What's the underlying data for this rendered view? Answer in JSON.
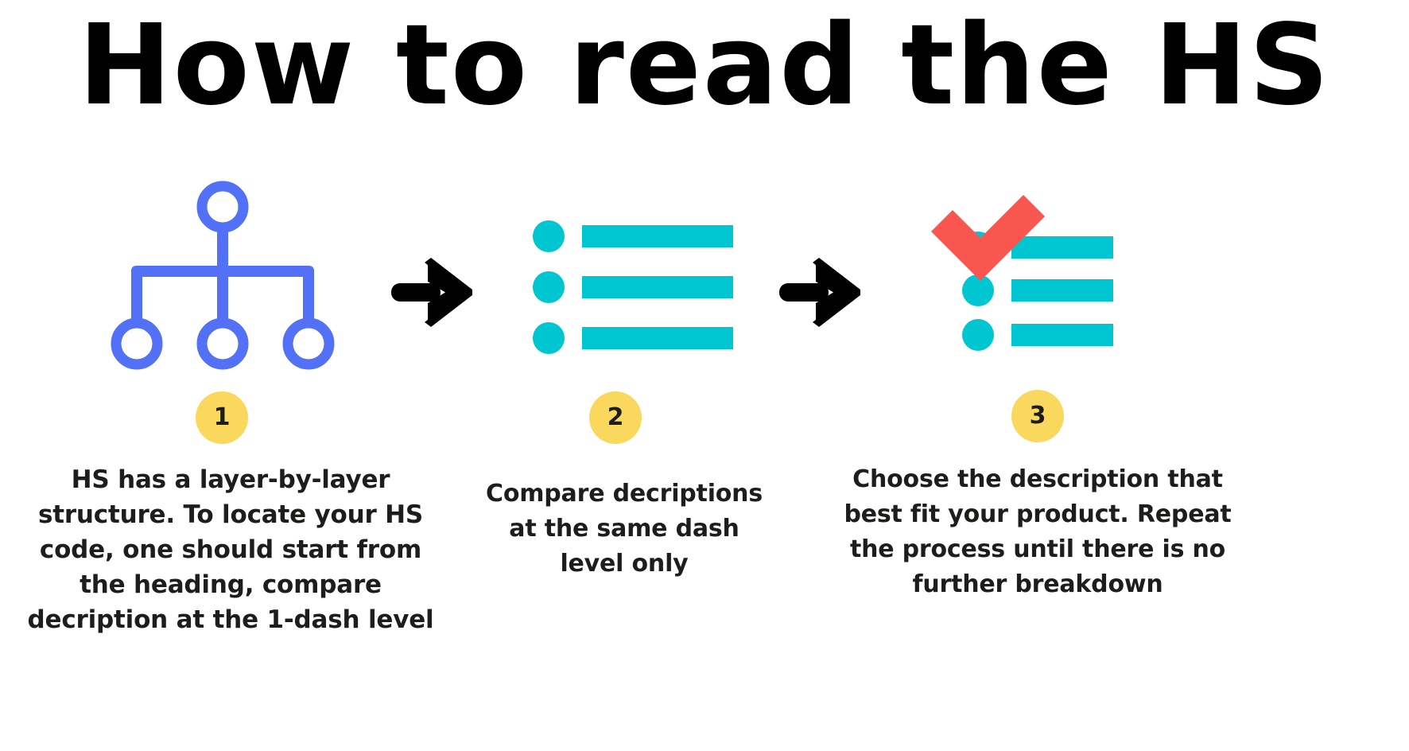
{
  "title": "How to read the HS",
  "palette": {
    "tree_blue": "#5271f7",
    "list_cyan": "#00c6d2",
    "badge_yellow": "#fad85e",
    "check_red": "#f9564f",
    "text_dark": "#1d1d1b",
    "arrow_black": "#000000",
    "background": "#ffffff"
  },
  "steps": [
    {
      "number": "1",
      "icon": "tree-hierarchy-icon",
      "caption": "HS has a layer-by-layer structure. To locate your HS code, one should start from the heading, compare decription at the 1-dash level"
    },
    {
      "number": "2",
      "icon": "bulleted-list-icon",
      "caption": "Compare decriptions at the same dash level only"
    },
    {
      "number": "3",
      "icon": "checked-list-icon",
      "caption": "Choose the description that best fit your product. Repeat the process until there is no further breakdown"
    }
  ],
  "arrows": [
    {
      "name": "arrow-step-1-to-2",
      "glyph": "arrow-right-icon"
    },
    {
      "name": "arrow-step-2-to-3",
      "glyph": "arrow-right-icon"
    }
  ]
}
